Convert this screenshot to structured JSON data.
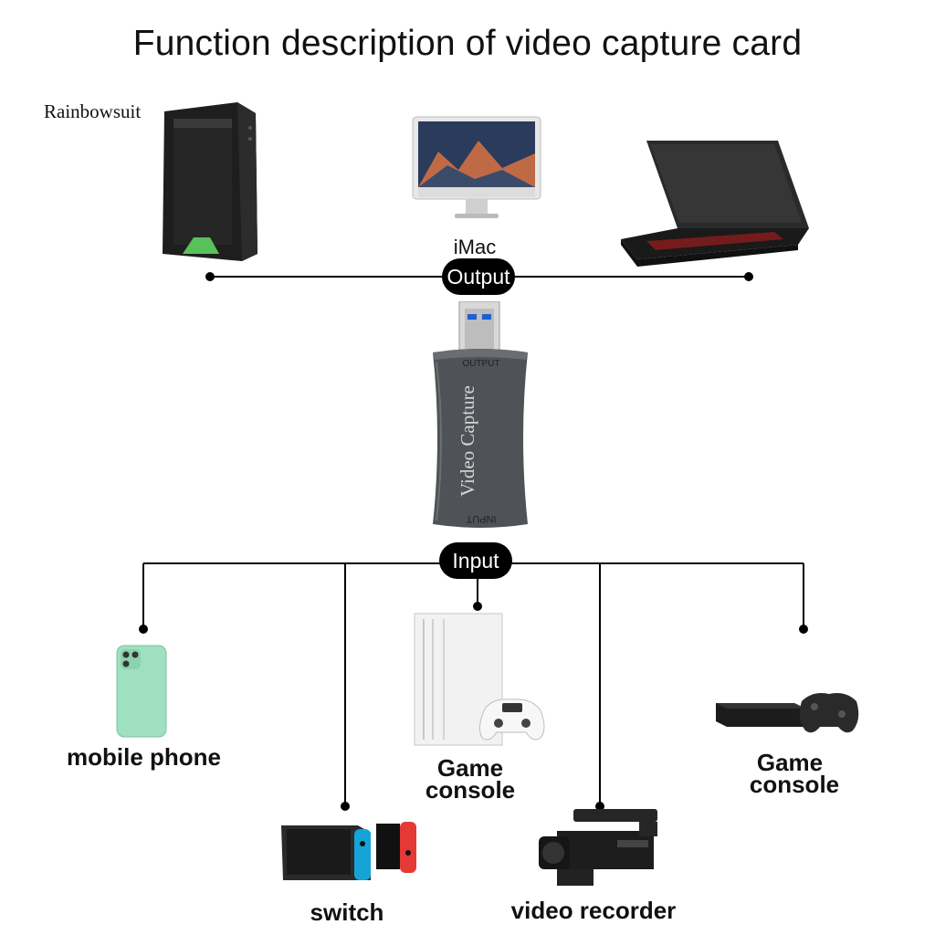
{
  "title": "Function description of video capture card",
  "watermark": "Rainbowsuit",
  "output_label": "Output",
  "input_label": "Input",
  "outputs": {
    "imac_label": "iMac"
  },
  "device": {
    "top_text": "OUTPUT",
    "side_text": "Video Capture",
    "bottom_text": "INPUT"
  },
  "inputs": {
    "mobile_phone": "mobile phone",
    "switch": "switch",
    "game_console_1_line1": "Game",
    "game_console_1_line2": "console",
    "video_recorder": "video recorder",
    "game_console_2_line1": "Game",
    "game_console_2_line2": "console"
  }
}
